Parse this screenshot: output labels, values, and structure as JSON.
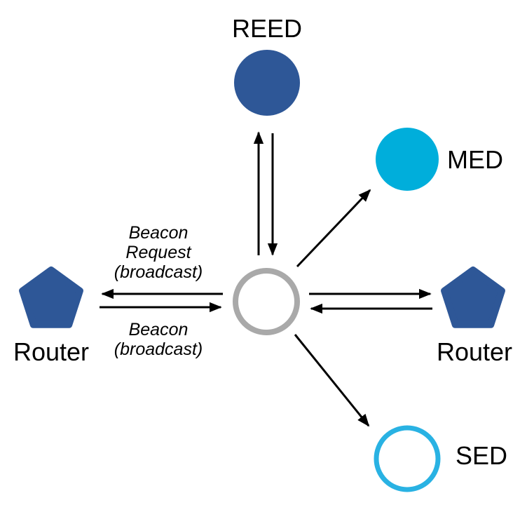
{
  "diagram_type": "network-topology",
  "description": "Device joining a mesh network: central joining device exchanging beacons with routers and end devices",
  "colors": {
    "background": "#FFFFFF",
    "node_blue": "#2E5797",
    "node_cyan": "#00AEDB",
    "sed_ring_cyan": "#29B2E3",
    "center_ring_gray": "#A9A9A9",
    "arrow_black": "#000000",
    "text_black": "#000000"
  },
  "nodes": {
    "reed": {
      "label": "REED",
      "shape": "circle",
      "style": "filled-blue"
    },
    "med": {
      "label": "MED",
      "shape": "circle",
      "style": "filled-cyan"
    },
    "sed": {
      "label": "SED",
      "shape": "circle",
      "style": "outlined-cyan"
    },
    "router_left": {
      "label": "Router",
      "shape": "pentagon",
      "style": "filled-blue"
    },
    "router_right": {
      "label": "Router",
      "shape": "pentagon",
      "style": "filled-blue"
    },
    "center": {
      "label": "",
      "shape": "circle",
      "style": "outlined-gray"
    }
  },
  "edges": [
    {
      "from": "center",
      "to": "reed",
      "arrow": "single"
    },
    {
      "from": "reed",
      "to": "center",
      "arrow": "single"
    },
    {
      "from": "center",
      "to": "router_left",
      "arrow": "single",
      "label": "Beacon Request (broadcast)"
    },
    {
      "from": "router_left",
      "to": "center",
      "arrow": "single",
      "label": "Beacon (broadcast)"
    },
    {
      "from": "center",
      "to": "router_right",
      "arrow": "single"
    },
    {
      "from": "router_right",
      "to": "center",
      "arrow": "single"
    },
    {
      "from": "center",
      "to": "med",
      "arrow": "single"
    },
    {
      "from": "center",
      "to": "sed",
      "arrow": "single"
    }
  ],
  "edge_labels": {
    "beacon_request_lines": [
      "Beacon",
      "Request",
      "(broadcast)"
    ],
    "beacon_lines": [
      "Beacon",
      "(broadcast)"
    ]
  }
}
